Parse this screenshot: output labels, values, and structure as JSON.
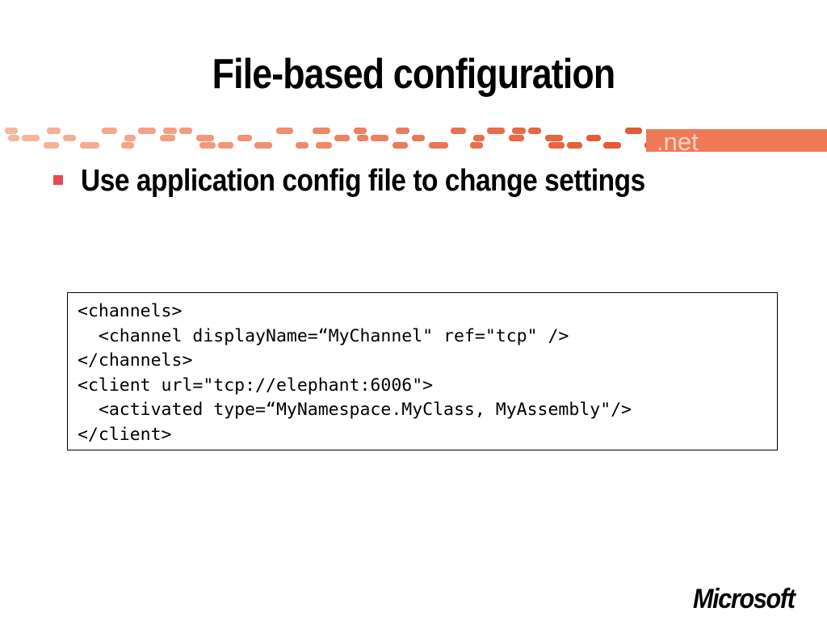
{
  "slide": {
    "title": "File-based configuration",
    "bullets": [
      {
        "text": "Use application config file to change settings"
      }
    ],
    "code_lines": [
      "<channels>",
      "  <channel displayName=“MyChannel\" ref=\"tcp\" />",
      "</channels>",
      "<client url=\"tcp://elephant:6006\">",
      "  <activated type=“MyNamespace.MyClass, MyAssembly\"/>",
      "</client>"
    ],
    "banner_text": ".net",
    "logo_text": "Microsoft"
  },
  "colors": {
    "accent": "#e8494f",
    "banner_orange": "#f07850",
    "banner_light": "#f9b79c",
    "banner_dark": "#e4552d"
  },
  "icons": {
    "bullet": "square-bullet-icon"
  }
}
